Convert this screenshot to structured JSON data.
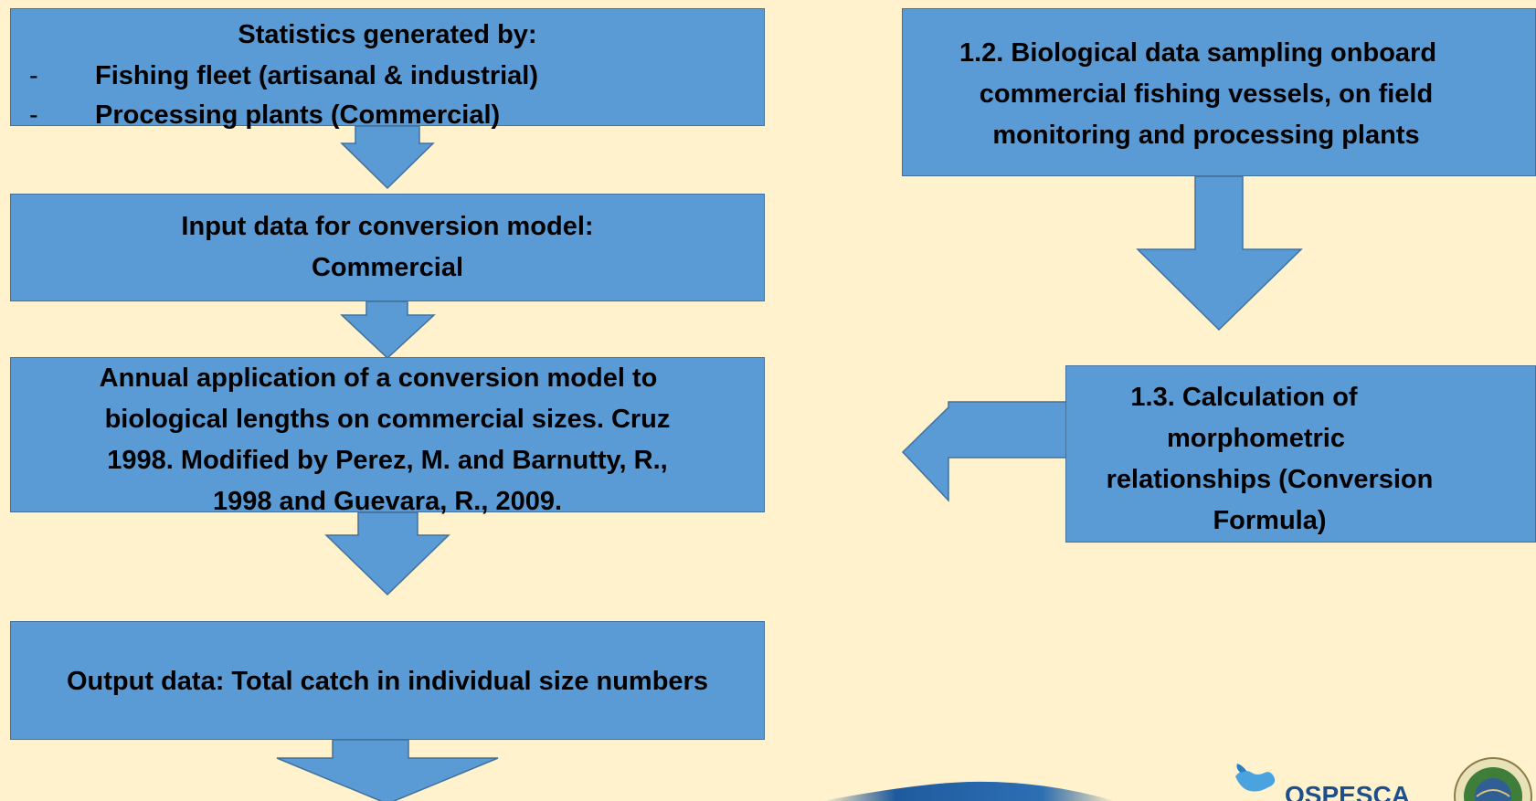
{
  "left_column": {
    "statistics_box": {
      "heading": "Statistics generated by:",
      "bullet_marker": "-",
      "items": [
        "Fishing fleet (artisanal & industrial)",
        "Processing plants (Commercial)"
      ]
    },
    "input_box": {
      "lines": [
        "Input data for conversion model:",
        "Commercial"
      ]
    },
    "application_box": {
      "lines": [
        "Annual application of a conversion model to",
        "biological lengths on commercial sizes.  Cruz",
        "1998. Modified by Perez, M. and Barnutty, R.,",
        "1998 and Guevara, R., 2009."
      ]
    },
    "output_box": {
      "text": "Output data: Total catch in individual size numbers"
    }
  },
  "right_column": {
    "sampling_box": {
      "lines": [
        "1.2. Biological data sampling onboard",
        "commercial fishing vessels, on field",
        "monitoring and processing plants"
      ]
    },
    "morphometric_box": {
      "lines": [
        "1.3. Calculation of",
        "morphometric",
        "relationships (Conversion",
        "Formula)"
      ]
    }
  },
  "logos": {
    "ospesca_text": "OSPESCA"
  },
  "colors": {
    "background": "#fff2cc",
    "box_fill": "#5b9bd5",
    "box_border": "#41719c"
  }
}
